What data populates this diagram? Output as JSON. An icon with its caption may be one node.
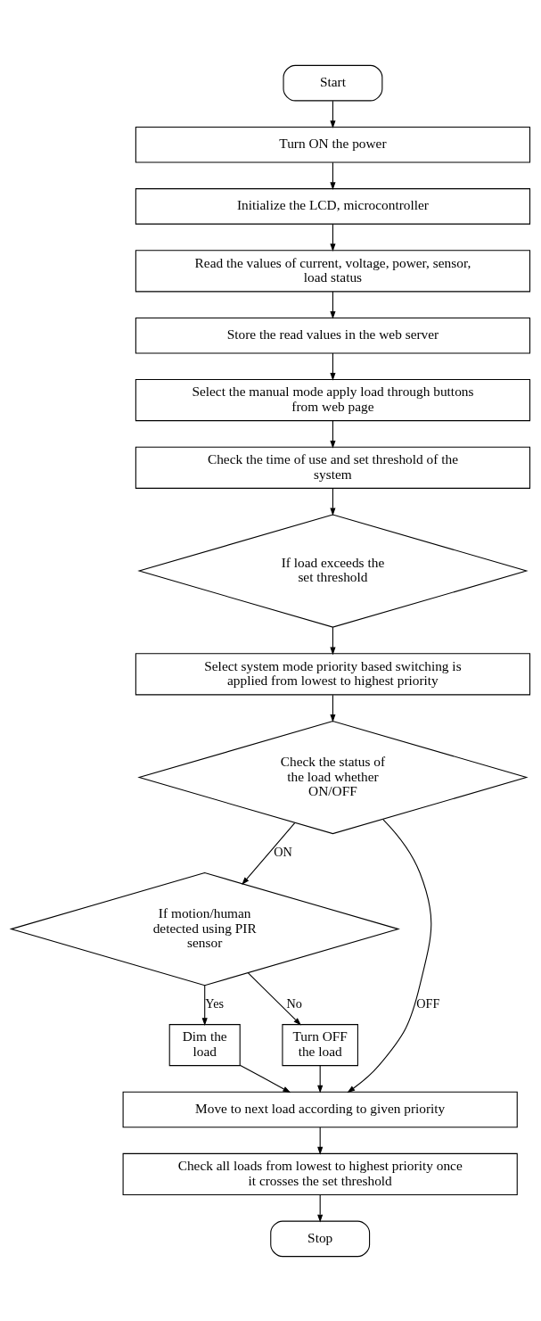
{
  "diagram": {
    "nodes": [
      {
        "text": [
          "Start"
        ]
      },
      {
        "text": [
          "Turn ON the power"
        ]
      },
      {
        "text": [
          "Initialize the LCD, microcontroller"
        ]
      },
      {
        "text": [
          "Read the values of current, voltage, power, sensor, load status"
        ]
      },
      {
        "text": [
          "Store the read values in the web server"
        ]
      },
      {
        "text": [
          "Select the manual mode apply load through buttons from web page"
        ]
      },
      {
        "text": [
          "Check the time of use and set threshold of the system"
        ]
      },
      {
        "text": [
          "If load exceeds the set threshold"
        ]
      },
      {
        "text": [
          "Select system mode priority based switching is applied from lowest to highest priority"
        ]
      },
      {
        "text": [
          "Check the status of the load whether ON/OFF"
        ]
      },
      {
        "text": [
          "If motion/human detected using PIR sensor"
        ]
      },
      {
        "text": [
          "Dim the load"
        ]
      },
      {
        "text": [
          "Turn OFF the load"
        ]
      },
      {
        "text": [
          "Move to next load according to given priority"
        ]
      },
      {
        "text": [
          "Check all loads from lowest to highest priority once it crosses the set threshold"
        ]
      },
      {
        "text": [
          "Stop"
        ]
      }
    ],
    "edges": [
      {
        "from": 0,
        "to": 1,
        "arrow": "to"
      },
      {
        "from": 1,
        "to": 2,
        "arrow": "to"
      },
      {
        "from": 2,
        "to": 3,
        "arrow": "to"
      },
      {
        "from": 3,
        "to": 4,
        "arrow": "to"
      },
      {
        "from": 4,
        "to": 5,
        "arrow": "to"
      },
      {
        "from": 5,
        "to": 6,
        "arrow": "to"
      },
      {
        "from": 6,
        "to": 7,
        "arrow": "to"
      },
      {
        "from": 7,
        "to": 8,
        "arrow": "to"
      },
      {
        "from": 8,
        "to": 9,
        "arrow": "to"
      },
      {
        "from": 9,
        "to": 10,
        "arrow": "to",
        "label": "ON"
      },
      {
        "from": 9,
        "to": 13,
        "arrow": "to",
        "label": "OFF"
      },
      {
        "from": 10,
        "to": 11,
        "arrow": "to",
        "label": "Yes"
      },
      {
        "from": 10,
        "to": 12,
        "arrow": "to",
        "label": "No"
      },
      {
        "from": 11,
        "to": 13,
        "arrow": "to"
      },
      {
        "from": 12,
        "to": 13,
        "arrow": "to"
      },
      {
        "from": 13,
        "to": 14,
        "arrow": "to"
      },
      {
        "from": 14,
        "to": 15,
        "arrow": "to"
      }
    ]
  }
}
